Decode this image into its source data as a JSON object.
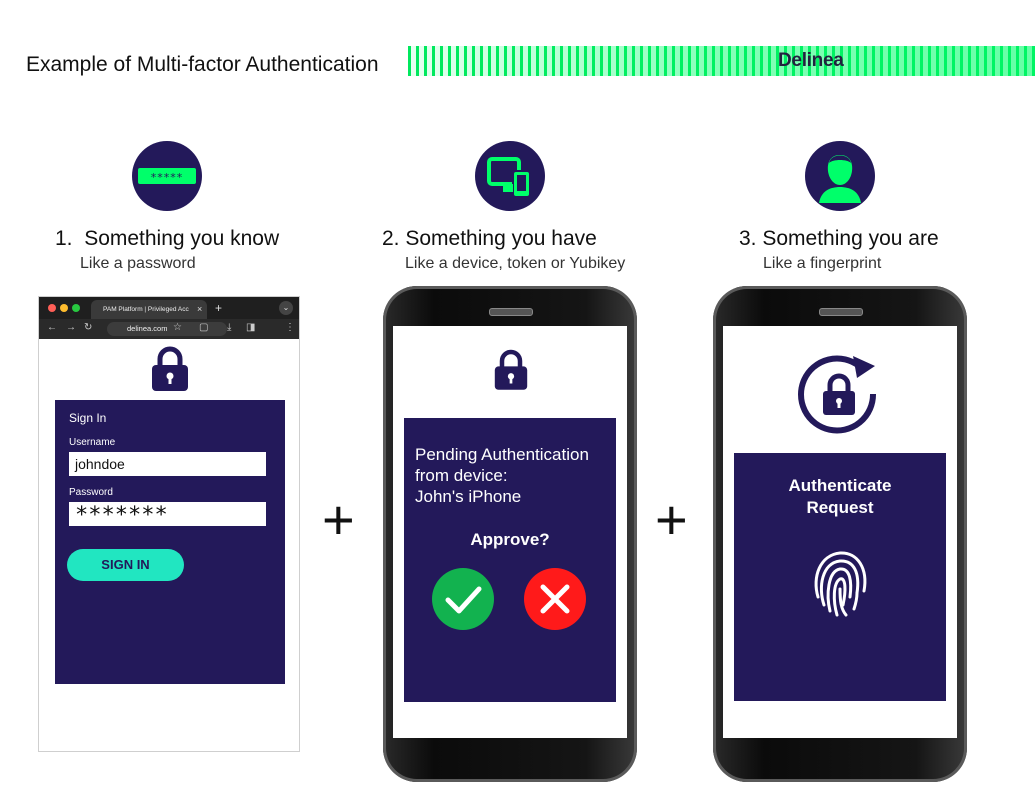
{
  "header": {
    "title": "Example of Multi-factor Authentication",
    "brand": "Delinea"
  },
  "steps": [
    {
      "number": "1.",
      "label": "Something you know",
      "sub": "Like a password",
      "icon": "password-icon"
    },
    {
      "number": "2.",
      "label": "Something you have",
      "sub": "Like a device, token or Yubikey",
      "icon": "devices-icon"
    },
    {
      "number": "3.",
      "label": "Something you are",
      "sub": "Like a fingerprint",
      "icon": "user-icon"
    }
  ],
  "browser": {
    "tab_title": "PAM Platform | Privileged Acc",
    "url": "delinea.com",
    "signin": {
      "title": "Sign In",
      "username_label": "Username",
      "username_value": "johndoe",
      "password_label": "Password",
      "password_value": "*******",
      "button": "SIGN IN"
    }
  },
  "phone2": {
    "message_line1": "Pending Authentication",
    "message_line2": "from device:",
    "message_line3": "John's iPhone",
    "approve": "Approve?"
  },
  "phone3": {
    "line1": "Authenticate",
    "line2": "Request"
  },
  "operators": {
    "plus": "+"
  },
  "colors": {
    "navy": "#23195a",
    "accent": "#00ff6a",
    "approve": "#12b24f",
    "deny": "#ff1a1a",
    "button": "#21e6c1"
  }
}
